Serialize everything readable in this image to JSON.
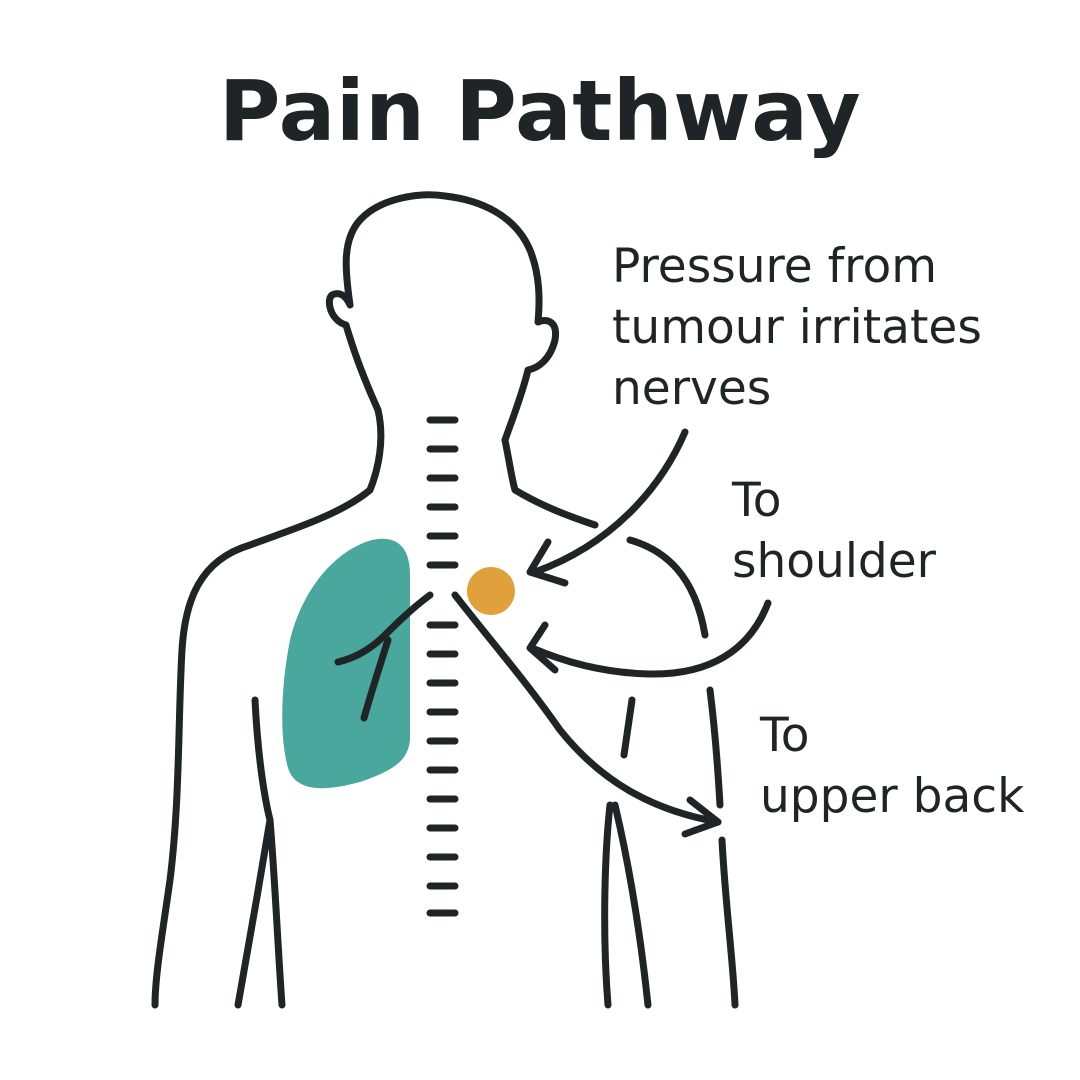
{
  "title": "Pain Pathway",
  "annotations": {
    "pressure_lines": [
      "Pressure from",
      "tumour irritates",
      "nerves"
    ],
    "shoulder_lines": [
      "To",
      "shoulder"
    ],
    "upper_back_lines": [
      "To",
      "upper back"
    ]
  },
  "colors": {
    "outline": "#1f2527",
    "lung": "#4aa79d",
    "tumour": "#e0a03c",
    "background": "#ffffff"
  }
}
